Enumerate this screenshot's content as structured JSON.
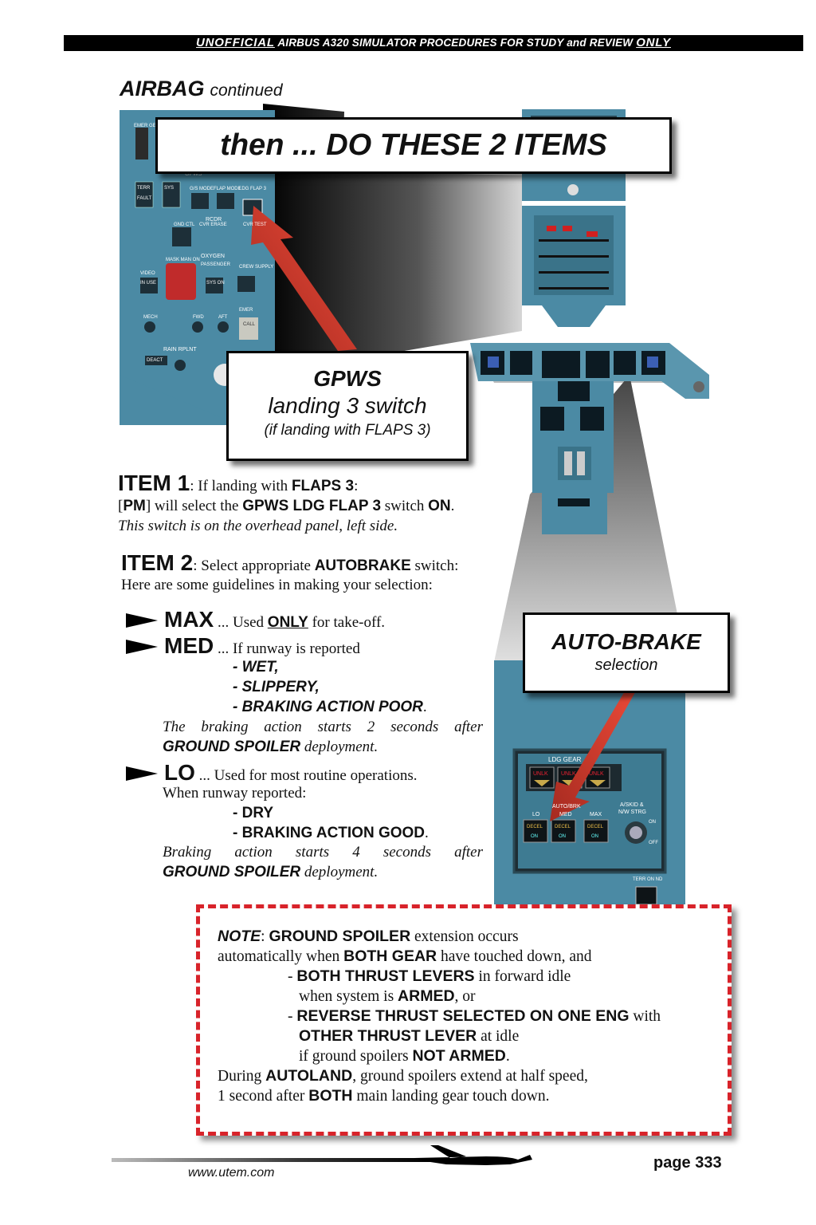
{
  "header": {
    "unofficial": "UNOFFICIAL",
    "middle": "AIRBUS A320 SIMULATOR PROCEDURES FOR STUDY and REVIEW",
    "only": "ONLY"
  },
  "section": {
    "title": "AIRBAG",
    "suffix": "continued"
  },
  "banner": "then ... DO THESE 2 ITEMS",
  "gpws_callout": {
    "title": "GPWS",
    "line2": "landing 3 switch",
    "line3": "(if landing with FLAPS 3)"
  },
  "autobrake_callout": {
    "title": "AUTO-BRAKE",
    "line2": "selection"
  },
  "item1": {
    "label": "ITEM 1",
    "l1a": ": If landing with ",
    "l1b": "FLAPS 3",
    "l1c": ":",
    "l2a": "[",
    "l2b": "PM",
    "l2c": "] will select the ",
    "l2d": "GPWS LDG FLAP 3",
    "l2e": " switch ",
    "l2f": "ON",
    "l2g": ".",
    "l3": "This switch is on the overhead panel, left side."
  },
  "item2": {
    "label": "ITEM 2",
    "l1a": ": Select appropriate ",
    "l1b": "AUTOBRAKE",
    "l1c": " switch:",
    "l2": "Here are some guidelines in making your selection:",
    "max_label": "MAX",
    "max_a": " ... Used ",
    "max_b": "ONLY",
    "max_c": "  for take-off.",
    "med_label": "MED",
    "med_a": " ... If runway is reported",
    "med_wet": "- WET,",
    "med_slip": "- SLIPPERY,",
    "med_poor": "- BRAKING ACTION POOR",
    "med_note1": "The braking action starts 2 seconds after",
    "med_note2a": "GROUND SPOILER",
    "med_note2b": " deployment.",
    "lo_label": "LO",
    "lo_a": " ... Used for most routine operations.",
    "lo_b": "When runway reported:",
    "lo_dry": "- DRY",
    "lo_good": "- BRAKING ACTION GOOD",
    "lo_note1": "Braking action starts 4 seconds after",
    "lo_note2a": "GROUND SPOILER",
    "lo_note2b": " deployment."
  },
  "note": {
    "l1a": "NOTE",
    "l1b": ": ",
    "l1c": "GROUND SPOILER",
    "l1d": " extension occurs",
    "l2a": "automatically when ",
    "l2b": "BOTH GEAR",
    "l2c": " have touched down, and",
    "l3a": "- ",
    "l3b": "BOTH THRUST LEVERS",
    "l3c": " in forward idle",
    "l4a": "when system is ",
    "l4b": "ARMED",
    "l4c": ", or",
    "l5a": "- ",
    "l5b": "REVERSE THRUST SELECTED ON ONE ENG",
    "l5c": " with",
    "l6a": "OTHER THRUST LEVER",
    "l6b": " at idle",
    "l7a": "if ground spoilers ",
    "l7b": "NOT ARMED",
    "l7c": ".",
    "l8a": "During ",
    "l8b": "AUTOLAND",
    "l8c": ", ground spoilers extend at half speed,",
    "l9a": "1 second after ",
    "l9b": "BOTH",
    "l9c": " main landing gear touch down."
  },
  "overhead_panel": {
    "gpws": "GPWS",
    "terr": "TERR",
    "fault": "FAULT",
    "off": "OFF",
    "sys": "SYS",
    "gs_mode": "G/S MODE",
    "flap_mode": "FLAP MODE",
    "ldg_flap3": "LDG FLAP 3",
    "rcdr": "RCDR",
    "gnd_ctl": "GND CTL",
    "cvr_erase": "CVR ERASE",
    "cvr_test": "CVR TEST",
    "on": "ON",
    "oxygen": "OXYGEN",
    "mask_man_on": "MASK MAN ON",
    "passenger": "PASSENGER",
    "crew_supply": "CREW SUPPLY",
    "video": "VIDEO",
    "in_use": "IN USE",
    "sys_on": "SYS ON",
    "mech": "MECH",
    "fwd": "FWD",
    "aft": "AFT",
    "emer": "EMER",
    "call": "CALL",
    "rain_rplnt": "RAIN RPLNT",
    "deact": "DEACT",
    "emer_gen": "EMER GEN"
  },
  "gear_panel": {
    "ldg_gear": "LDG GEAR",
    "unlk": "UNLK",
    "autobrk": "AUTO/BRK",
    "lo": "LO",
    "med": "MED",
    "max": "MAX",
    "decel": "DECEL",
    "on": "ON",
    "askid": "A/SKID &",
    "nw_strg": "N/W STRG",
    "sw_on": "ON",
    "sw_off": "OFF",
    "terr_on_nd": "TERR ON ND"
  },
  "footer": {
    "url": "www.utem.com",
    "page": "page 333"
  },
  "colors": {
    "panel_blue": "#4b8aa4",
    "note_border": "#d8232a",
    "arrow_red": "#d23a2e"
  }
}
